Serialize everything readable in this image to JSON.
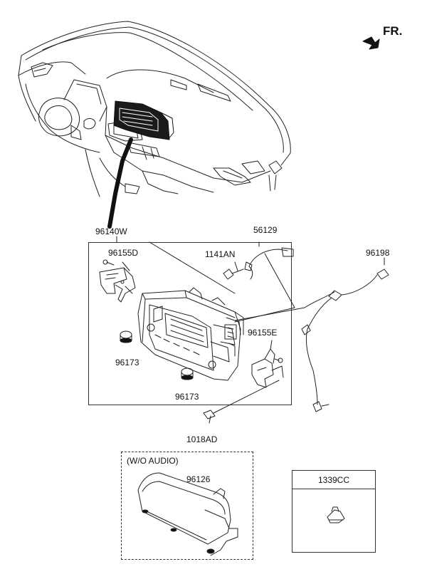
{
  "direction": {
    "label": "FR."
  },
  "labels": {
    "p96140W": "96140W",
    "p96155D": "96155D",
    "p56129": "56129",
    "p1141AN": "1141AN",
    "p96198": "96198",
    "p96155E": "96155E",
    "p96173a": "96173",
    "p96173b": "96173",
    "p1018AD": "1018AD",
    "wo_audio": "(W/O AUDIO)",
    "p96126": "96126",
    "p1339CC": "1339CC"
  },
  "colors": {
    "line": "#222222",
    "fill": "#ffffff",
    "dark": "#111111"
  }
}
